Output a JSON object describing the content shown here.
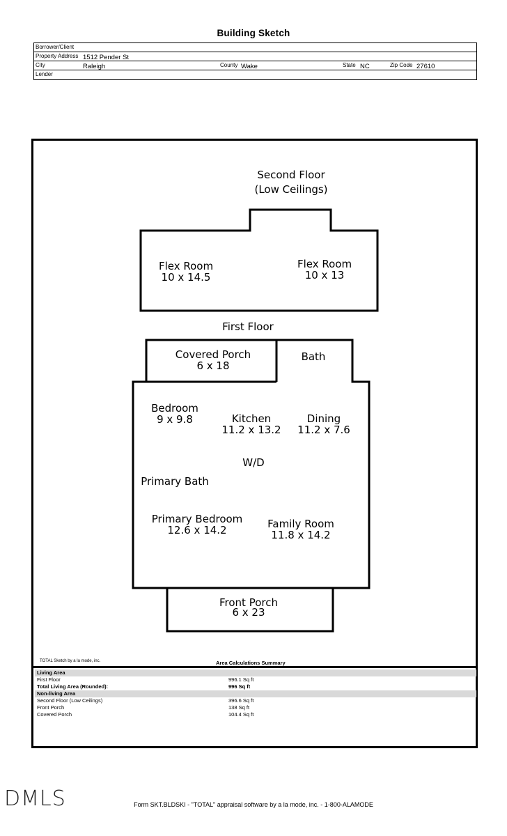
{
  "title": "Building Sketch",
  "header": {
    "borrower_label": "Borrower/Client",
    "address_label": "Property Address",
    "address_value": "1512 Pender St",
    "city_label": "City",
    "city_value": "Raleigh",
    "county_label": "County",
    "county_value": "Wake",
    "state_label": "State",
    "state_value": "NC",
    "zip_label": "Zip Code",
    "zip_value": "27610",
    "lender_label": "Lender"
  },
  "sketch": {
    "second_floor_title": "Second Floor",
    "second_floor_subtitle": "(Low Ceilings)",
    "flex1_name": "Flex Room",
    "flex1_dim": "10 x 14.5",
    "flex2_name": "Flex Room",
    "flex2_dim": "10 x 13",
    "first_floor_title": "First Floor",
    "covered_porch_name": "Covered Porch",
    "covered_porch_dim": "6 x 18",
    "bath": "Bath",
    "bedroom_name": "Bedroom",
    "bedroom_dim": "9 x 9.8",
    "kitchen_name": "Kitchen",
    "kitchen_dim": "11.2 x 13.2",
    "dining_name": "Dining",
    "dining_dim": "11.2 x 7.6",
    "wd": "W/D",
    "primary_bath": "Primary Bath",
    "primary_bedroom_name": "Primary Bedroom",
    "primary_bedroom_dim": "12.6 x 14.2",
    "family_room_name": "Family Room",
    "family_room_dim": "11.8 x 14.2",
    "front_porch_name": "Front Porch",
    "front_porch_dim": "6 x 23"
  },
  "summary": {
    "credit": "TOTAL Sketch by a la mode, inc.",
    "title": "Area Calculations Summary",
    "living_header": "Living Area",
    "first_floor_label": "First Floor",
    "first_floor_value": "996.1 Sq ft",
    "total_label": "Total Living Area (Rounded):",
    "total_value": "996 Sq ft",
    "nonliving_header": "Non-living Area",
    "second_floor_label": "Second Floor (Low Ceilings)",
    "second_floor_value": "396.6 Sq ft",
    "front_porch_label": "Front Porch",
    "front_porch_value": "138 Sq ft",
    "covered_porch_label": "Covered Porch",
    "covered_porch_value": "104.4 Sq ft"
  },
  "footer": "Form SKT.BLDSKI - \"TOTAL\" appraisal software by a la mode, inc. - 1-800-ALAMODE",
  "logo": "DMLS"
}
